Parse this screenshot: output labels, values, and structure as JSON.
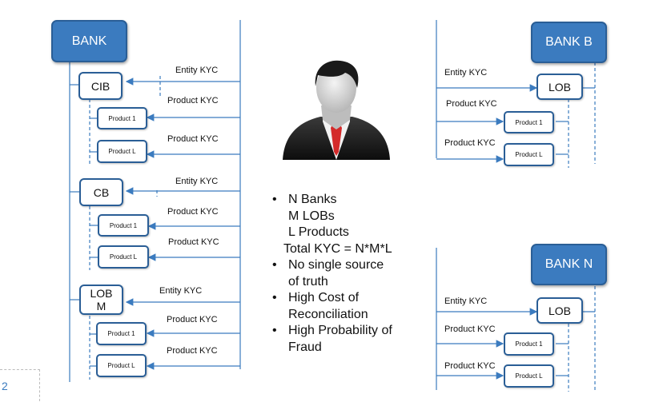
{
  "left": {
    "bank": "BANK",
    "groups": [
      {
        "lob": "CIB",
        "entity_kyc": "Entity KYC",
        "products": [
          {
            "name": "Product 1",
            "kyc": "Product KYC"
          },
          {
            "name": "Product L",
            "kyc": "Product KYC"
          }
        ]
      },
      {
        "lob": "CB",
        "entity_kyc": "Entity KYC",
        "products": [
          {
            "name": "Product 1",
            "kyc": "Product KYC"
          },
          {
            "name": "Product L",
            "kyc": "Product KYC"
          }
        ]
      },
      {
        "lob": "LOB M",
        "entity_kyc": "Entity KYC",
        "products": [
          {
            "name": "Product 1",
            "kyc": "Product KYC"
          },
          {
            "name": "Product L",
            "kyc": "Product KYC"
          }
        ]
      }
    ]
  },
  "center": {
    "icon": "businessman-icon",
    "bullets": [
      {
        "type": "bullet",
        "text": "N Banks"
      },
      {
        "type": "cont",
        "text": "M LOBs"
      },
      {
        "type": "cont",
        "text": "L Products"
      },
      {
        "type": "total",
        "text": "Total KYC = N*M*L"
      },
      {
        "type": "bullet",
        "text": "No single source"
      },
      {
        "type": "cont",
        "text": "of truth"
      },
      {
        "type": "bullet",
        "text": "High Cost of"
      },
      {
        "type": "cont",
        "text": "Reconciliation"
      },
      {
        "type": "bullet",
        "text": "High Probability of"
      },
      {
        "type": "cont",
        "text": "Fraud"
      }
    ]
  },
  "right": {
    "banks": [
      {
        "bank": "BANK B",
        "lob": "LOB",
        "entity_kyc": "Entity KYC",
        "products": [
          {
            "name": "Product 1",
            "kyc": "Product KYC"
          },
          {
            "name": "Product L",
            "kyc": "Product KYC"
          }
        ]
      },
      {
        "bank": "BANK N",
        "lob": "LOB",
        "entity_kyc": "Entity KYC",
        "products": [
          {
            "name": "Product 1",
            "kyc": "Product KYC"
          },
          {
            "name": "Product L",
            "kyc": "Product KYC"
          }
        ]
      }
    ]
  },
  "page_number": "2",
  "colors": {
    "bank_fill": "#3b7bbf",
    "border": "#2a5e96",
    "arrow": "#3b7bbf"
  }
}
